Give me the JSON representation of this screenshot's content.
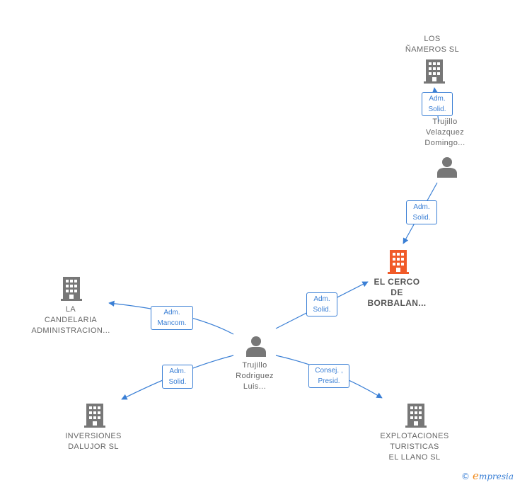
{
  "nodes": {
    "los_nameros": "LOS\nÑAMEROS SL",
    "trujillo_velazquez": "Trujillo\nVelazquez\nDomingo...",
    "el_cerco": "EL CERCO\nDE\nBORBALAN...",
    "la_candelaria": "LA\nCANDELARIA\nADMINISTRACION...",
    "trujillo_rodriguez": "Trujillo\nRodriguez\nLuis...",
    "inversiones": "INVERSIONES\nDALUJOR  SL",
    "explotaciones": "EXPLOTACIONES\nTURISTICAS\nEL LLANO SL"
  },
  "edges": {
    "e1": "Adm.\nSolid.",
    "e2": "Adm.\nSolid.",
    "e3": "Adm.\nSolid.",
    "e4": "Adm.\nMancom.",
    "e5": "Adm.\nSolid.",
    "e6": "Consej. ,\nPresid."
  },
  "colors": {
    "edge": "#3a7fd5",
    "building": "#777777",
    "building_focus": "#f05a28",
    "person": "#777777"
  },
  "footer": {
    "copyright": "©",
    "brand_initial": "e",
    "brand_rest": "mpresia"
  }
}
